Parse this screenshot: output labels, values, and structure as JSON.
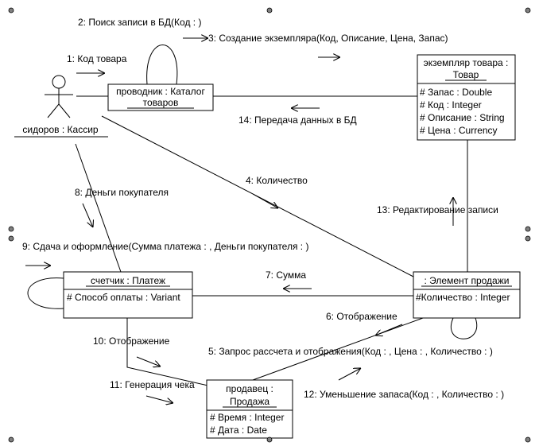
{
  "actor": {
    "name": "сидоров : Кассир"
  },
  "objects": {
    "catalog": {
      "line1": "проводник : Каталог",
      "line2": "товаров"
    },
    "product": {
      "line1": "экземпляр товара :",
      "line2": "Товар",
      "attrs": [
        "# Запас : Double",
        "# Код : Integer",
        "# Описание : String",
        "# Цена : Currency"
      ]
    },
    "payment": {
      "title": "счетчик : Платеж",
      "attrs": [
        "# Способ оплаты : Variant"
      ]
    },
    "saleitem": {
      "title": ": Элемент продажи",
      "attrs": [
        "#Количество : Integer"
      ]
    },
    "sale": {
      "line1": "продавец :",
      "line2": "Продажа",
      "attrs": [
        "# Время : Integer",
        "# Дата : Date"
      ]
    }
  },
  "messages": {
    "m1": "1: Код товара",
    "m2": "2: Поиск записи в БД(Код : )",
    "m3": "3: Создание экземпляра(Код, Описание, Цена, Запас)",
    "m4": "4: Количество",
    "m5": "5: Запрос рассчета и отображения(Код : , Цена : , Количество : )",
    "m6": "6: Отображение",
    "m7": "7: Сумма",
    "m8": "8: Деньги покупателя",
    "m9": "9: Сдача и оформление(Сумма платежа : , Деньги покупателя : )",
    "m10": "10: Отображение",
    "m11": "11: Генерация чека",
    "m12": "12: Уменьшение запаса(Код : , Количество : )",
    "m13": "13: Редактирование записи",
    "m14": "14: Передача данных в БД"
  },
  "icons": {
    "actor": "stick-figure-icon",
    "handle": "selection-handle-icon",
    "arrow": "message-arrow-icon"
  }
}
